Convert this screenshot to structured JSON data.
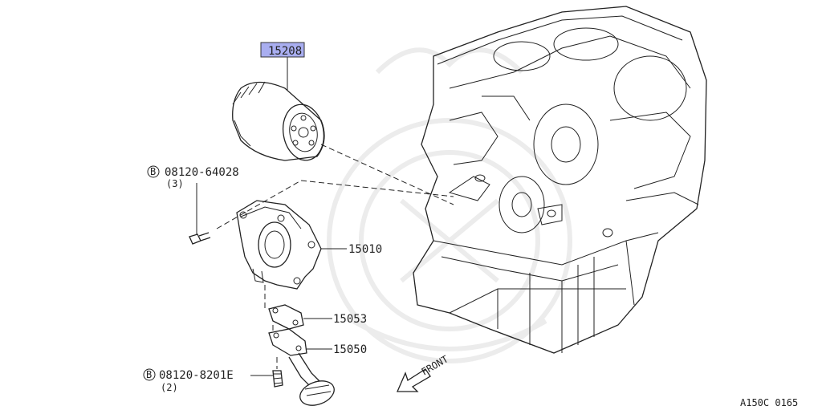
{
  "parts": {
    "oil_filter": "15208",
    "oil_pump": "15010",
    "gasket_upper": "15053",
    "gasket_lower": "15050"
  },
  "bolts": {
    "upper": {
      "code": "08120-64028",
      "qty": "(3)",
      "symbol": "B"
    },
    "lower": {
      "code": "08120-8201E",
      "qty": "(2)",
      "symbol": "B"
    }
  },
  "direction_label": "FRONT",
  "figure_code": "A150C 0165",
  "colors": {
    "highlight": "#a9aef0",
    "line": "#222222",
    "watermark": "#ececec"
  }
}
